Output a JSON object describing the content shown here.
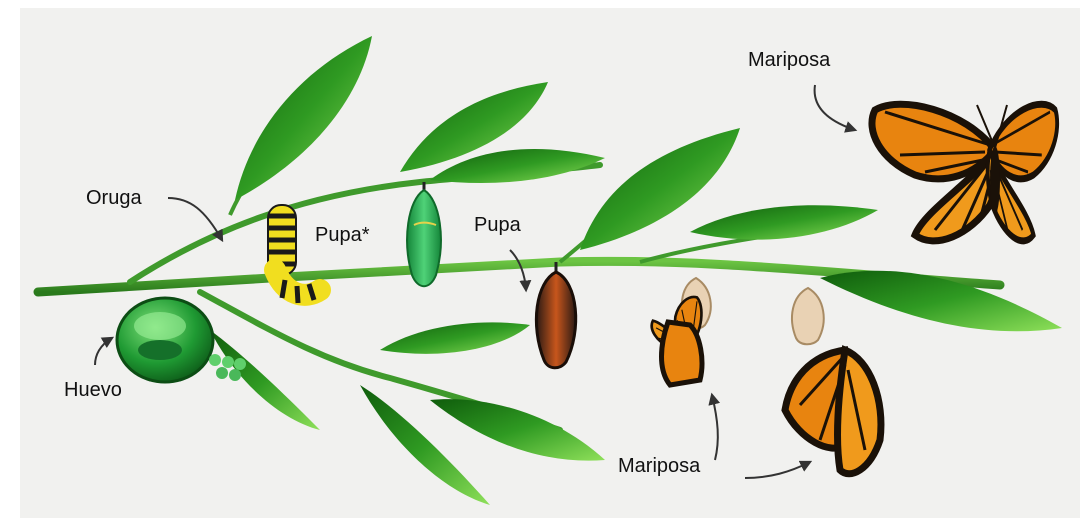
{
  "labels": {
    "caterpillar": "Oruga",
    "pupa_early": "Pupa*",
    "pupa_late": "Pupa",
    "egg": "Huevo",
    "butterfly_adult": "Mariposa",
    "butterfly_emerging": "Mariposa"
  },
  "colors": {
    "background": "#f1f1ef",
    "stem": "#3f9a2c",
    "leaf_dark": "#1f7a16",
    "leaf_light": "#7dd64a",
    "wing_orange": "#e8840f",
    "wing_black": "#1a1108",
    "chrysalis_green": "#2fae4e",
    "caterpillar_yellow": "#f1de1f",
    "egg_green": "#1f8c2a"
  },
  "icons": [
    "egg-icon",
    "caterpillar-icon",
    "chrysalis-icon",
    "dark-chrysalis-icon",
    "empty-chrysalis-icon",
    "butterfly-icon",
    "leaf-icon",
    "arrow-icon"
  ]
}
